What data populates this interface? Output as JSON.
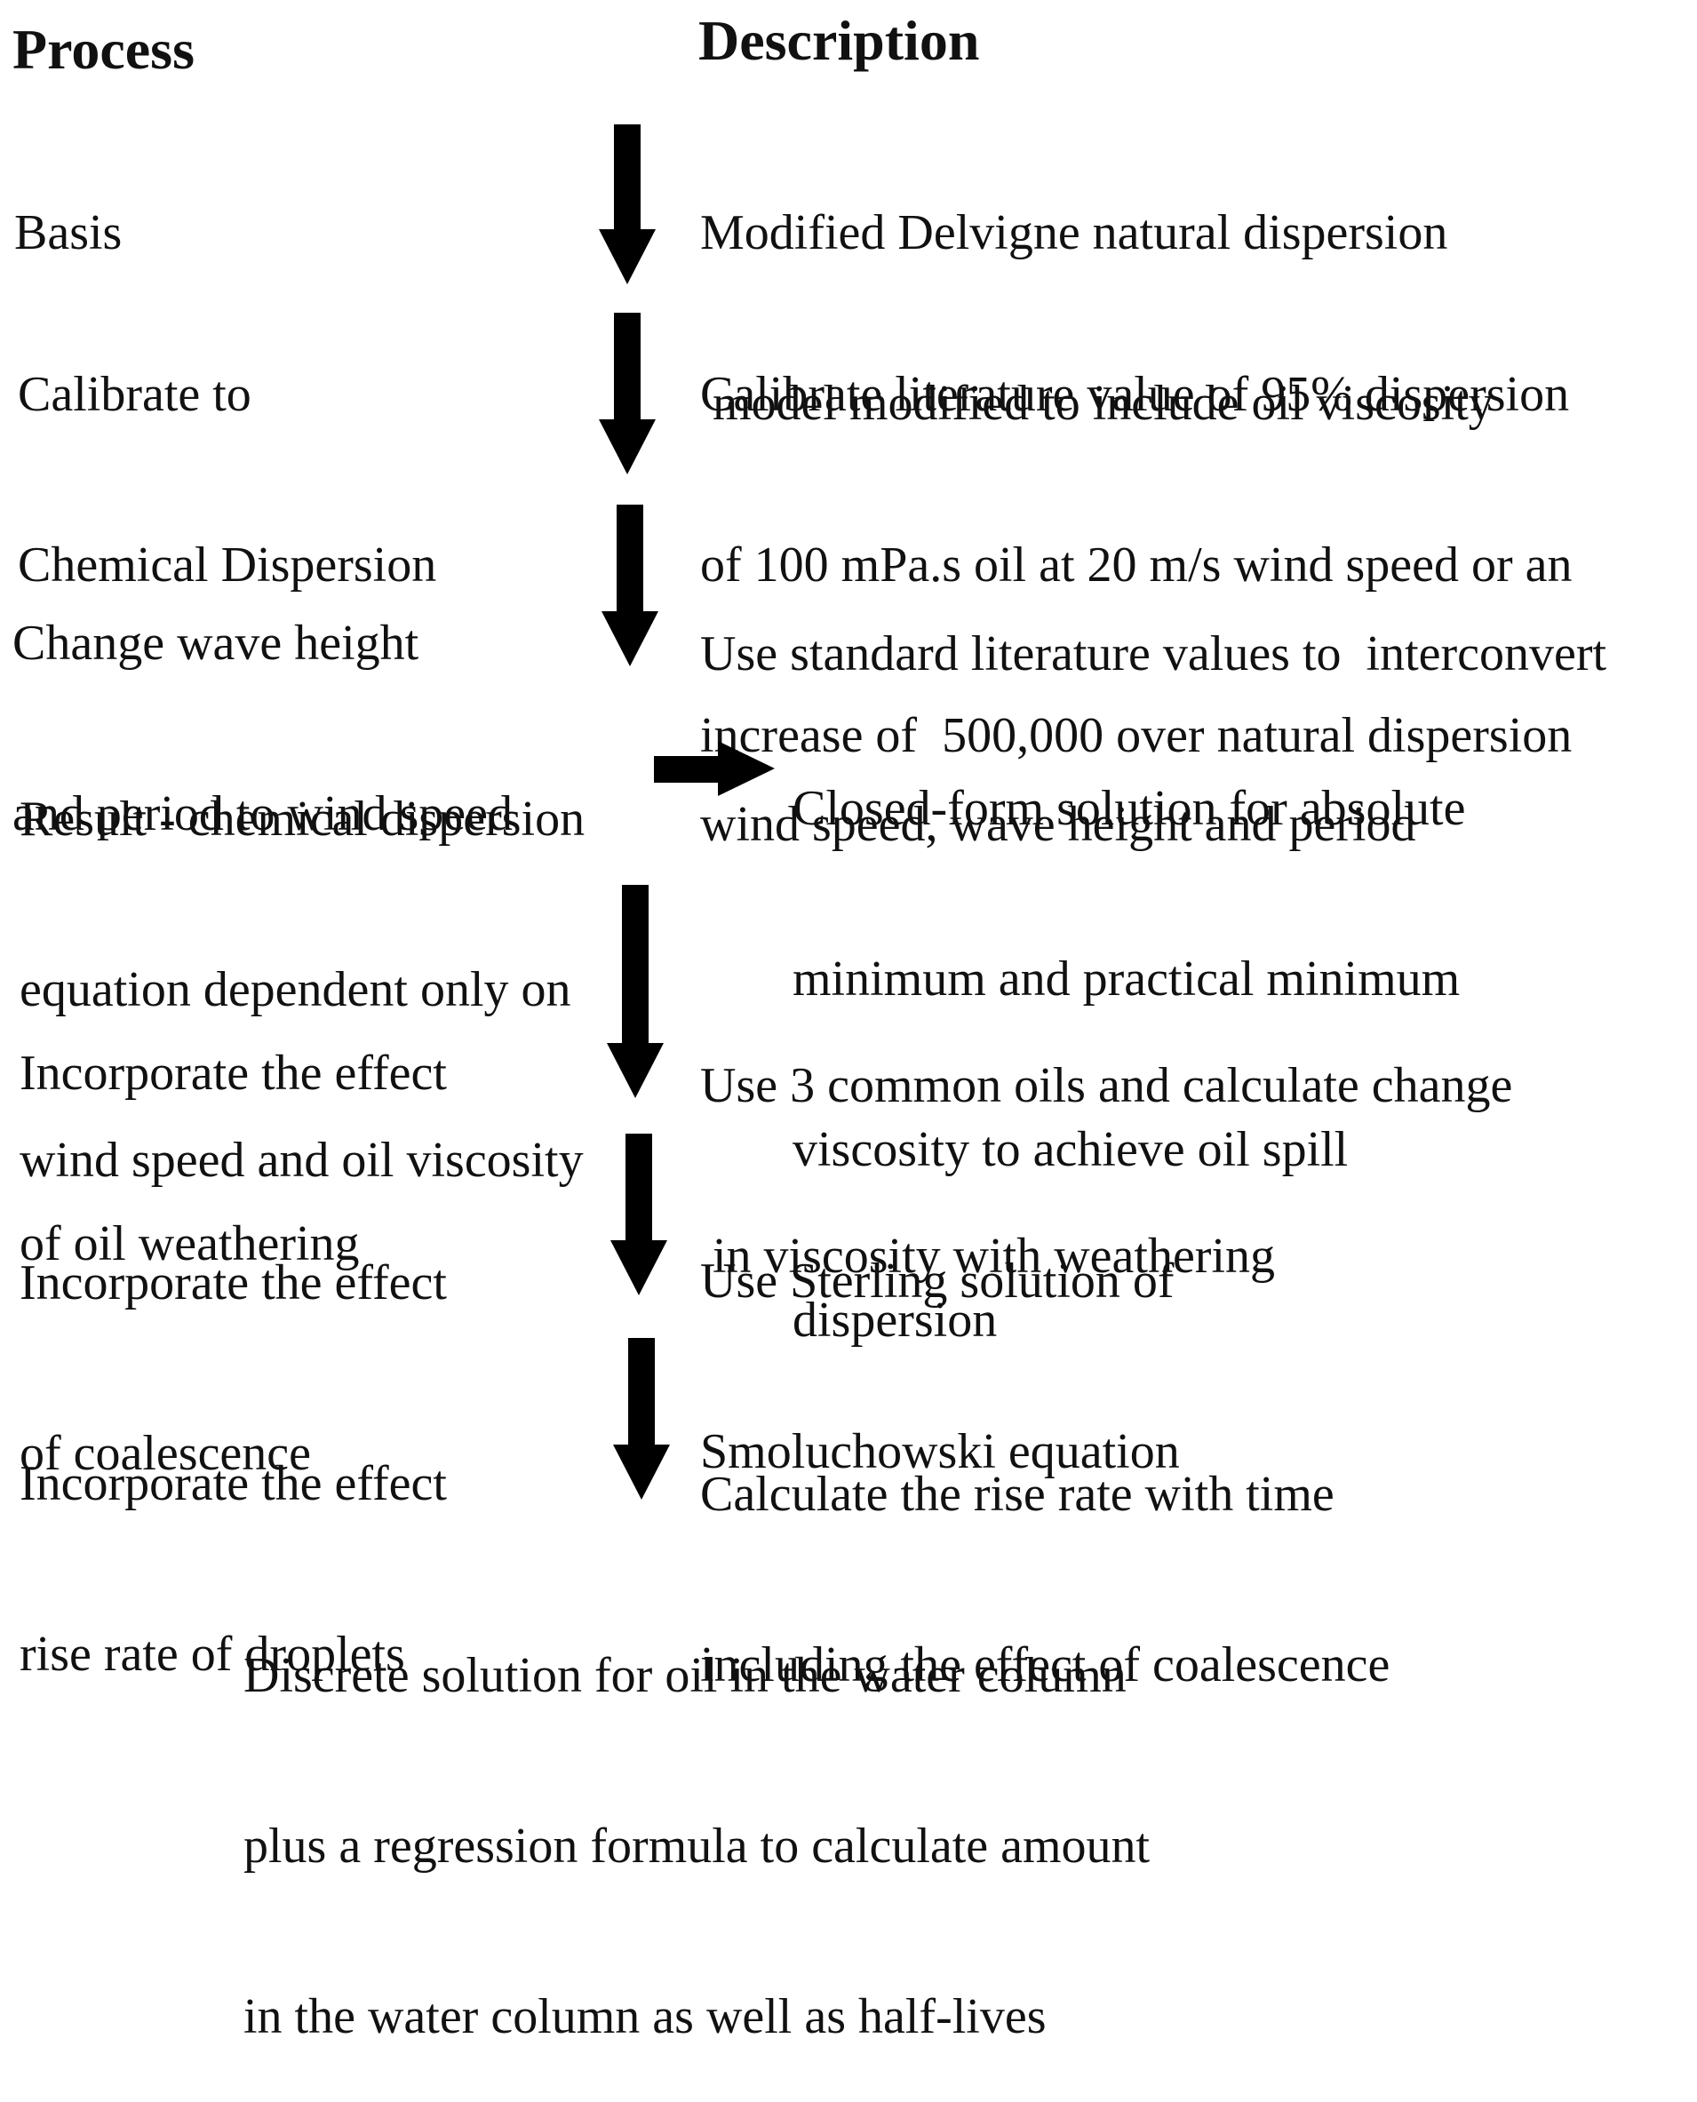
{
  "headers": {
    "process": "Process",
    "description": "Description"
  },
  "process": {
    "basis": [
      "Basis"
    ],
    "calibrate": [
      "Calibrate to",
      "Chemical Dispersion"
    ],
    "change_wave": [
      "Change wave height",
      "and period to wind speed"
    ],
    "result": [
      "Result - chemical dispersion",
      "equation dependent only on",
      "wind speed and oil viscosity"
    ],
    "weathering": [
      "Incorporate the effect",
      "of oil weathering"
    ],
    "coalescence": [
      "Incorporate the effect",
      "of coalescence"
    ],
    "rise_rate": [
      "Incorporate the effect",
      "rise rate of droplets"
    ]
  },
  "description": {
    "basis": [
      "Modified Delvigne natural dispersion",
      " model modified to include oil viscosity"
    ],
    "calibrate": [
      "Calibrate literature value of 95% dispersion",
      "of 100 mPa.s oil at 20 m/s wind speed or an",
      "increase of  500,000 over natural dispersion"
    ],
    "change_wave": [
      "Use standard literature values to  interconvert",
      "wind speed, wave height and period"
    ],
    "result": [
      "Closed-form solution for absolute",
      "minimum and practical minimum",
      "viscosity to achieve oil spill",
      "dispersion"
    ],
    "weathering": [
      "Use 3 common oils and calculate change",
      " in viscosity with weathering"
    ],
    "coalescence": [
      "Use Sterling solution of",
      "Smoluchowski equation"
    ],
    "rise_rate": [
      "Calculate the rise rate with time",
      "including the effect of coalescence"
    ]
  },
  "final": [
    "Discrete solution for oil in the water column",
    "plus a regression formula to calculate amount",
    "in the water column as well as half-lives"
  ],
  "colors": {
    "text": "#111111",
    "arrow": "#000000",
    "background": "#ffffff"
  }
}
